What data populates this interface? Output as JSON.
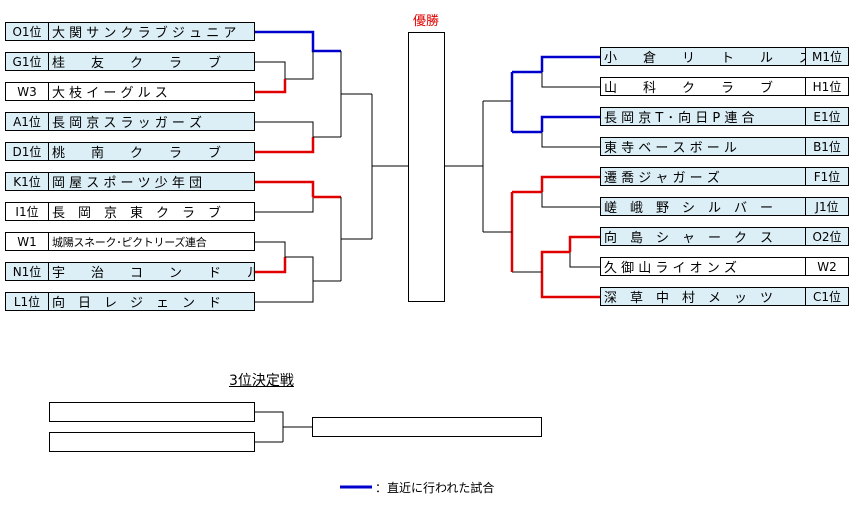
{
  "champion_label": "優勝",
  "third_place_label": "3位決定戦",
  "legend_text": "：直近に行われた試合",
  "colors": {
    "recent": "#0000cc",
    "win": "#e00000",
    "line": "#000000",
    "seed_bg": "#dceef6"
  },
  "left_teams": [
    {
      "seed": "O1位",
      "name": "大 関 サ ン ク ラ ブ ジ ュ ニ ア",
      "highlight": true
    },
    {
      "seed": "G1位",
      "name": "桂　　友　　ク　　ラ　　ブ",
      "highlight": true
    },
    {
      "seed": "W3",
      "name": "大 枝 イ ー グ ル ス",
      "highlight": false
    },
    {
      "seed": "A1位",
      "name": "長 岡 京 ス ラ ッ ガ ー ズ",
      "highlight": true
    },
    {
      "seed": "D1位",
      "name": "桃　　南　　ク　　ラ　　ブ",
      "highlight": true
    },
    {
      "seed": "K1位",
      "name": "岡 屋 ス ポ ー ツ 少 年 団",
      "highlight": true
    },
    {
      "seed": "I1位",
      "name": "長　岡　京　東　ク　ラ　ブ",
      "highlight": false
    },
    {
      "seed": "W1",
      "name": "城陽スネーク･ピクトリーズ連合",
      "highlight": false
    },
    {
      "seed": "N1位",
      "name": "宇　　治　　コ　　ン　　ド　　ル",
      "highlight": true
    },
    {
      "seed": "L1位",
      "name": "向　日　レ　ジ　ェ　ン　ド",
      "highlight": true
    }
  ],
  "right_teams": [
    {
      "seed": "M1位",
      "name": "小　　倉　　リ　　ト　　ル　　ズ",
      "highlight": true
    },
    {
      "seed": "H1位",
      "name": "山　　科　　ク　　ラ　　ブ",
      "highlight": false
    },
    {
      "seed": "E1位",
      "name": "長 岡 京 T ･ 向 日 P 連 合",
      "highlight": true
    },
    {
      "seed": "B1位",
      "name": "東 寺 ベ ー ス ボ ー ル",
      "highlight": true
    },
    {
      "seed": "F1位",
      "name": "遷 喬 ジ ャ ガ ー ズ",
      "highlight": true
    },
    {
      "seed": "J1位",
      "name": "嵯　峨　野　シ　ル　バ　ー",
      "highlight": true
    },
    {
      "seed": "O2位",
      "name": "向　島　シ　ャ　ー　ク　ス",
      "highlight": true
    },
    {
      "seed": "W2",
      "name": "久 御 山 ラ イ オ ン ズ",
      "highlight": false
    },
    {
      "seed": "C1位",
      "name": "深　草　中　村　メ　ッ　ツ",
      "highlight": true
    }
  ]
}
